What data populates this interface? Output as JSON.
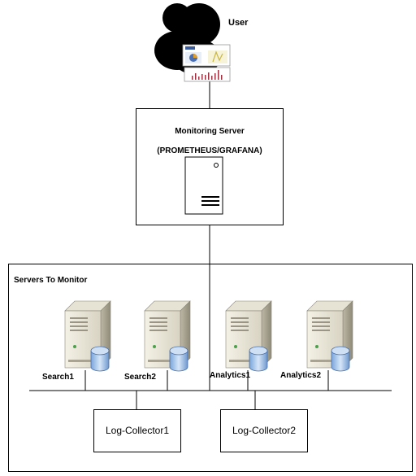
{
  "user": {
    "label": "User"
  },
  "monitoring_server": {
    "title": "Monitoring Server",
    "subtitle": "(PROMETHEUS/GRAFANA)"
  },
  "servers_group": {
    "title": "Servers To Monitor"
  },
  "servers": [
    {
      "label": "Search1"
    },
    {
      "label": "Search2"
    },
    {
      "label": "Analytics1"
    },
    {
      "label": "Analytics2"
    }
  ],
  "collectors": [
    {
      "label": "Log-Collector1"
    },
    {
      "label": "Log-Collector2"
    }
  ],
  "colors": {
    "line": "#000000",
    "server_body": "#ece8dc",
    "server_dark": "#6d6a5e",
    "db": "#a9c8ee"
  },
  "icons": [
    "user-group-icon",
    "dashboard-screens-icon",
    "server-tower-icon",
    "database-icon"
  ]
}
